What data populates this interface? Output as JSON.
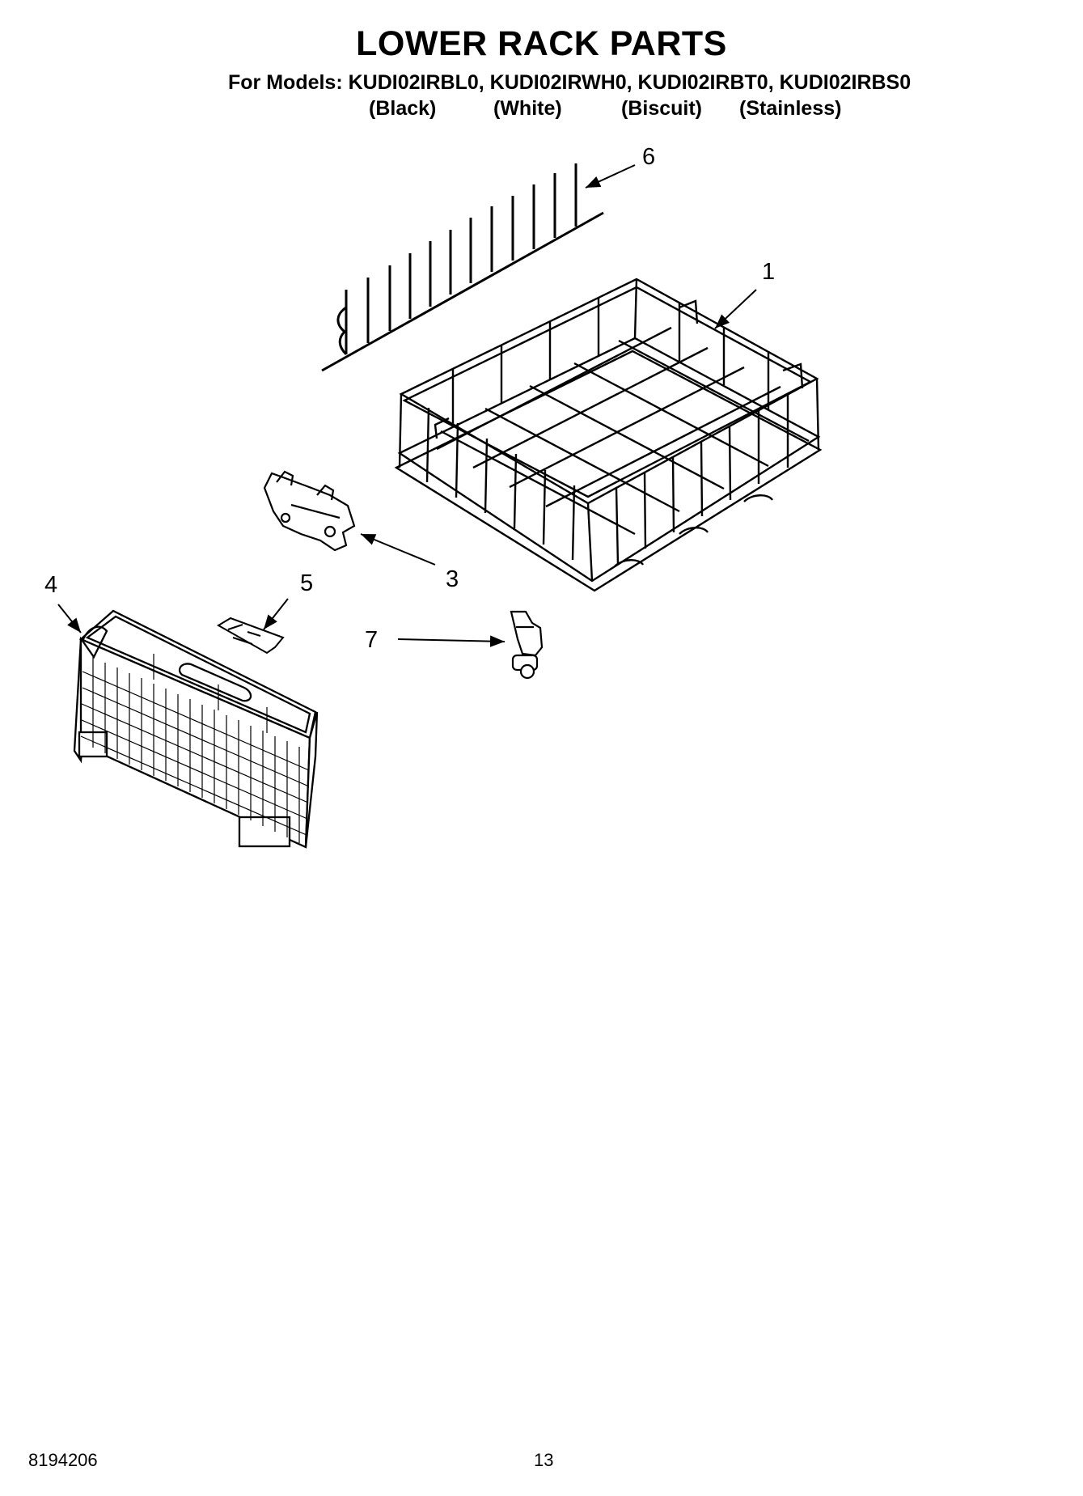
{
  "header": {
    "title": "LOWER RACK PARTS",
    "models_line": "For Models: KUDI02IRBL0, KUDI02IRWH0, KUDI02IRBT0, KUDI02IRBS0",
    "variants": [
      "(Black)",
      "(White)",
      "(Biscuit)",
      "(Stainless)"
    ]
  },
  "callouts": {
    "c1": "1",
    "c3": "3",
    "c4": "4",
    "c5": "5",
    "c6": "6",
    "c7": "7"
  },
  "footer": {
    "doc_number": "8194206",
    "page_number": "13"
  }
}
